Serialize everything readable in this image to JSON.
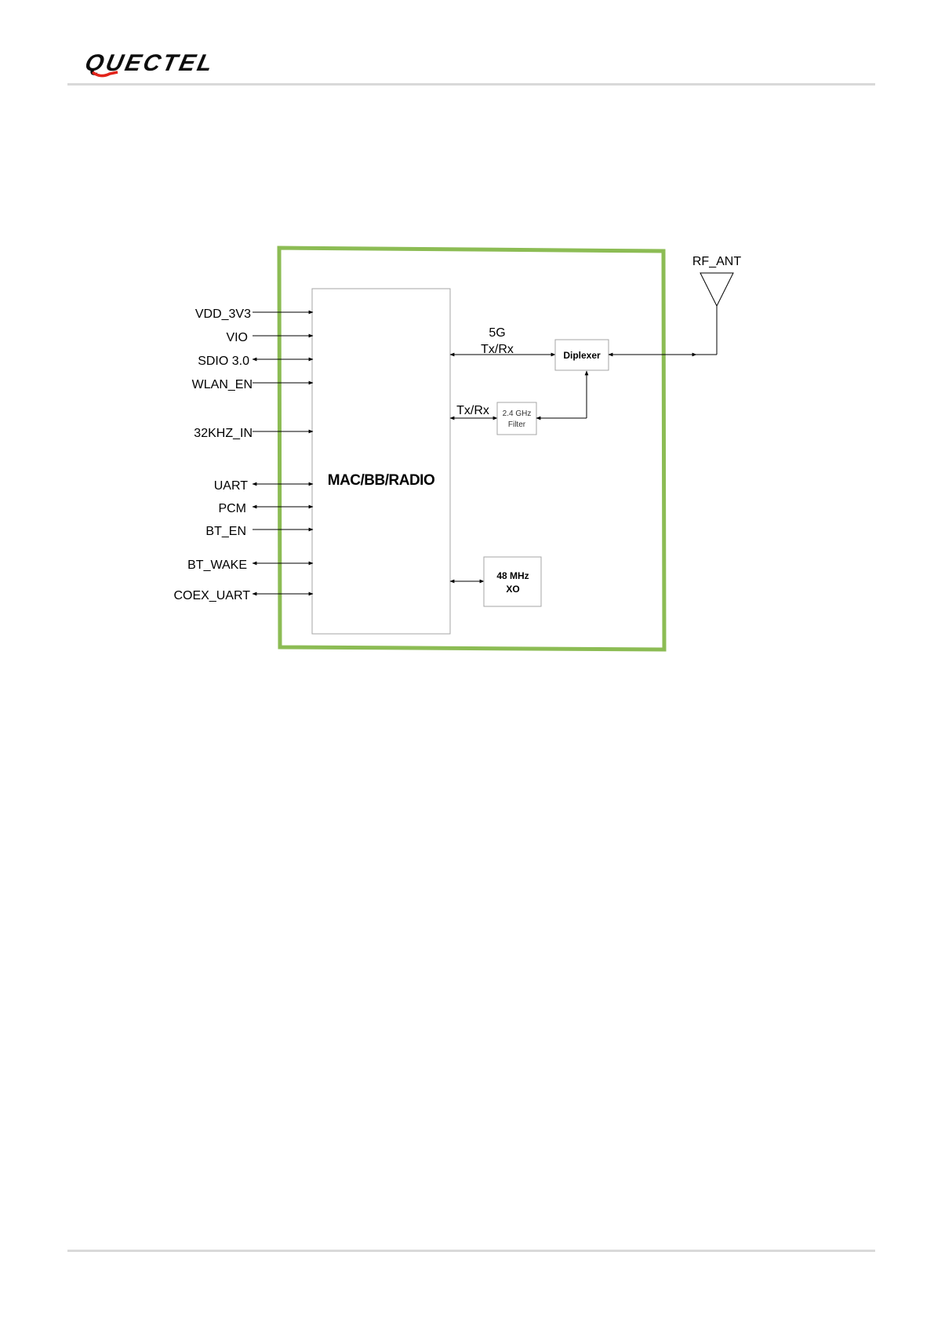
{
  "header": {
    "logo_text": "QUECTEL",
    "logo_color": "#0d0d0d",
    "logo_swoosh_color": "#e2231a"
  },
  "diagram": {
    "frame_color": "#8cbc54",
    "core_block": "MAC/BB/RADIO",
    "interface_pins": [
      {
        "name": "VDD_3V3"
      },
      {
        "name": "VIO"
      },
      {
        "name": "SDIO 3.0"
      },
      {
        "name": "WLAN_EN"
      },
      {
        "name": "32KHZ_IN"
      },
      {
        "name": "UART"
      },
      {
        "name": "PCM"
      },
      {
        "name": "BT_EN"
      },
      {
        "name": "BT_WAKE"
      },
      {
        "name": "COEX_UART"
      }
    ],
    "rf_5g_label_line1": "5G",
    "rf_5g_label_line2": "Tx/Rx",
    "rf_24g_label": "Tx/Rx",
    "diplexer": "Diplexer",
    "filter_line1": "2.4 GHz",
    "filter_line2": "Filter",
    "xo_line1": "48 MHz",
    "xo_line2": "XO",
    "antenna": "RF_ANT"
  }
}
